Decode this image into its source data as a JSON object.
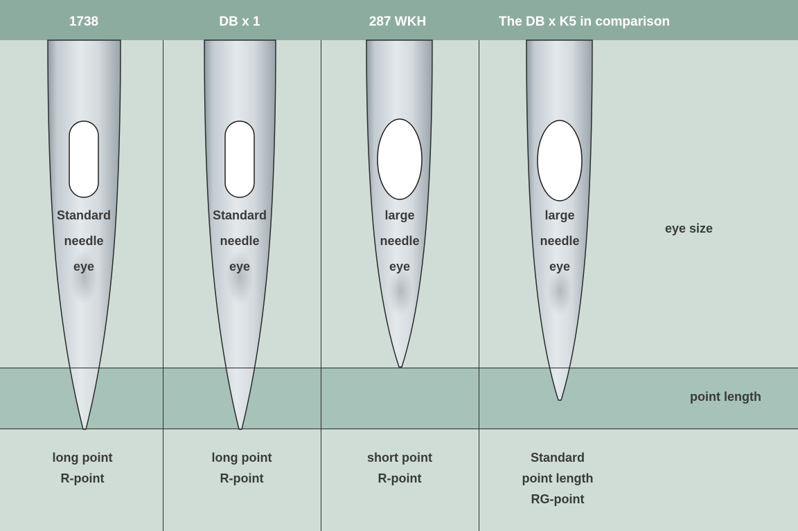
{
  "headers": [
    "1738",
    "DB x 1",
    "287 WKH",
    "The DB x K5 in comparison"
  ],
  "eye_labels": [
    [
      "Standard",
      "needle",
      "eye"
    ],
    [
      "Standard",
      "needle",
      "eye"
    ],
    [
      "large",
      "needle",
      "eye"
    ],
    [
      "large",
      "needle",
      "eye"
    ]
  ],
  "point_labels": [
    [
      "long point",
      "R-point"
    ],
    [
      "long point",
      "R-point"
    ],
    [
      "short point",
      "R-point"
    ],
    [
      "Standard",
      "point length",
      "RG-point"
    ]
  ],
  "row_labels": {
    "eye_size": "eye size",
    "point_length": "point length"
  },
  "colors": {
    "header_band": "#8daca0",
    "body_background": "#cfddd6",
    "point_band": "#a7c2b8",
    "header_text": "#ffffff",
    "label_text": "#3a3a3a"
  }
}
